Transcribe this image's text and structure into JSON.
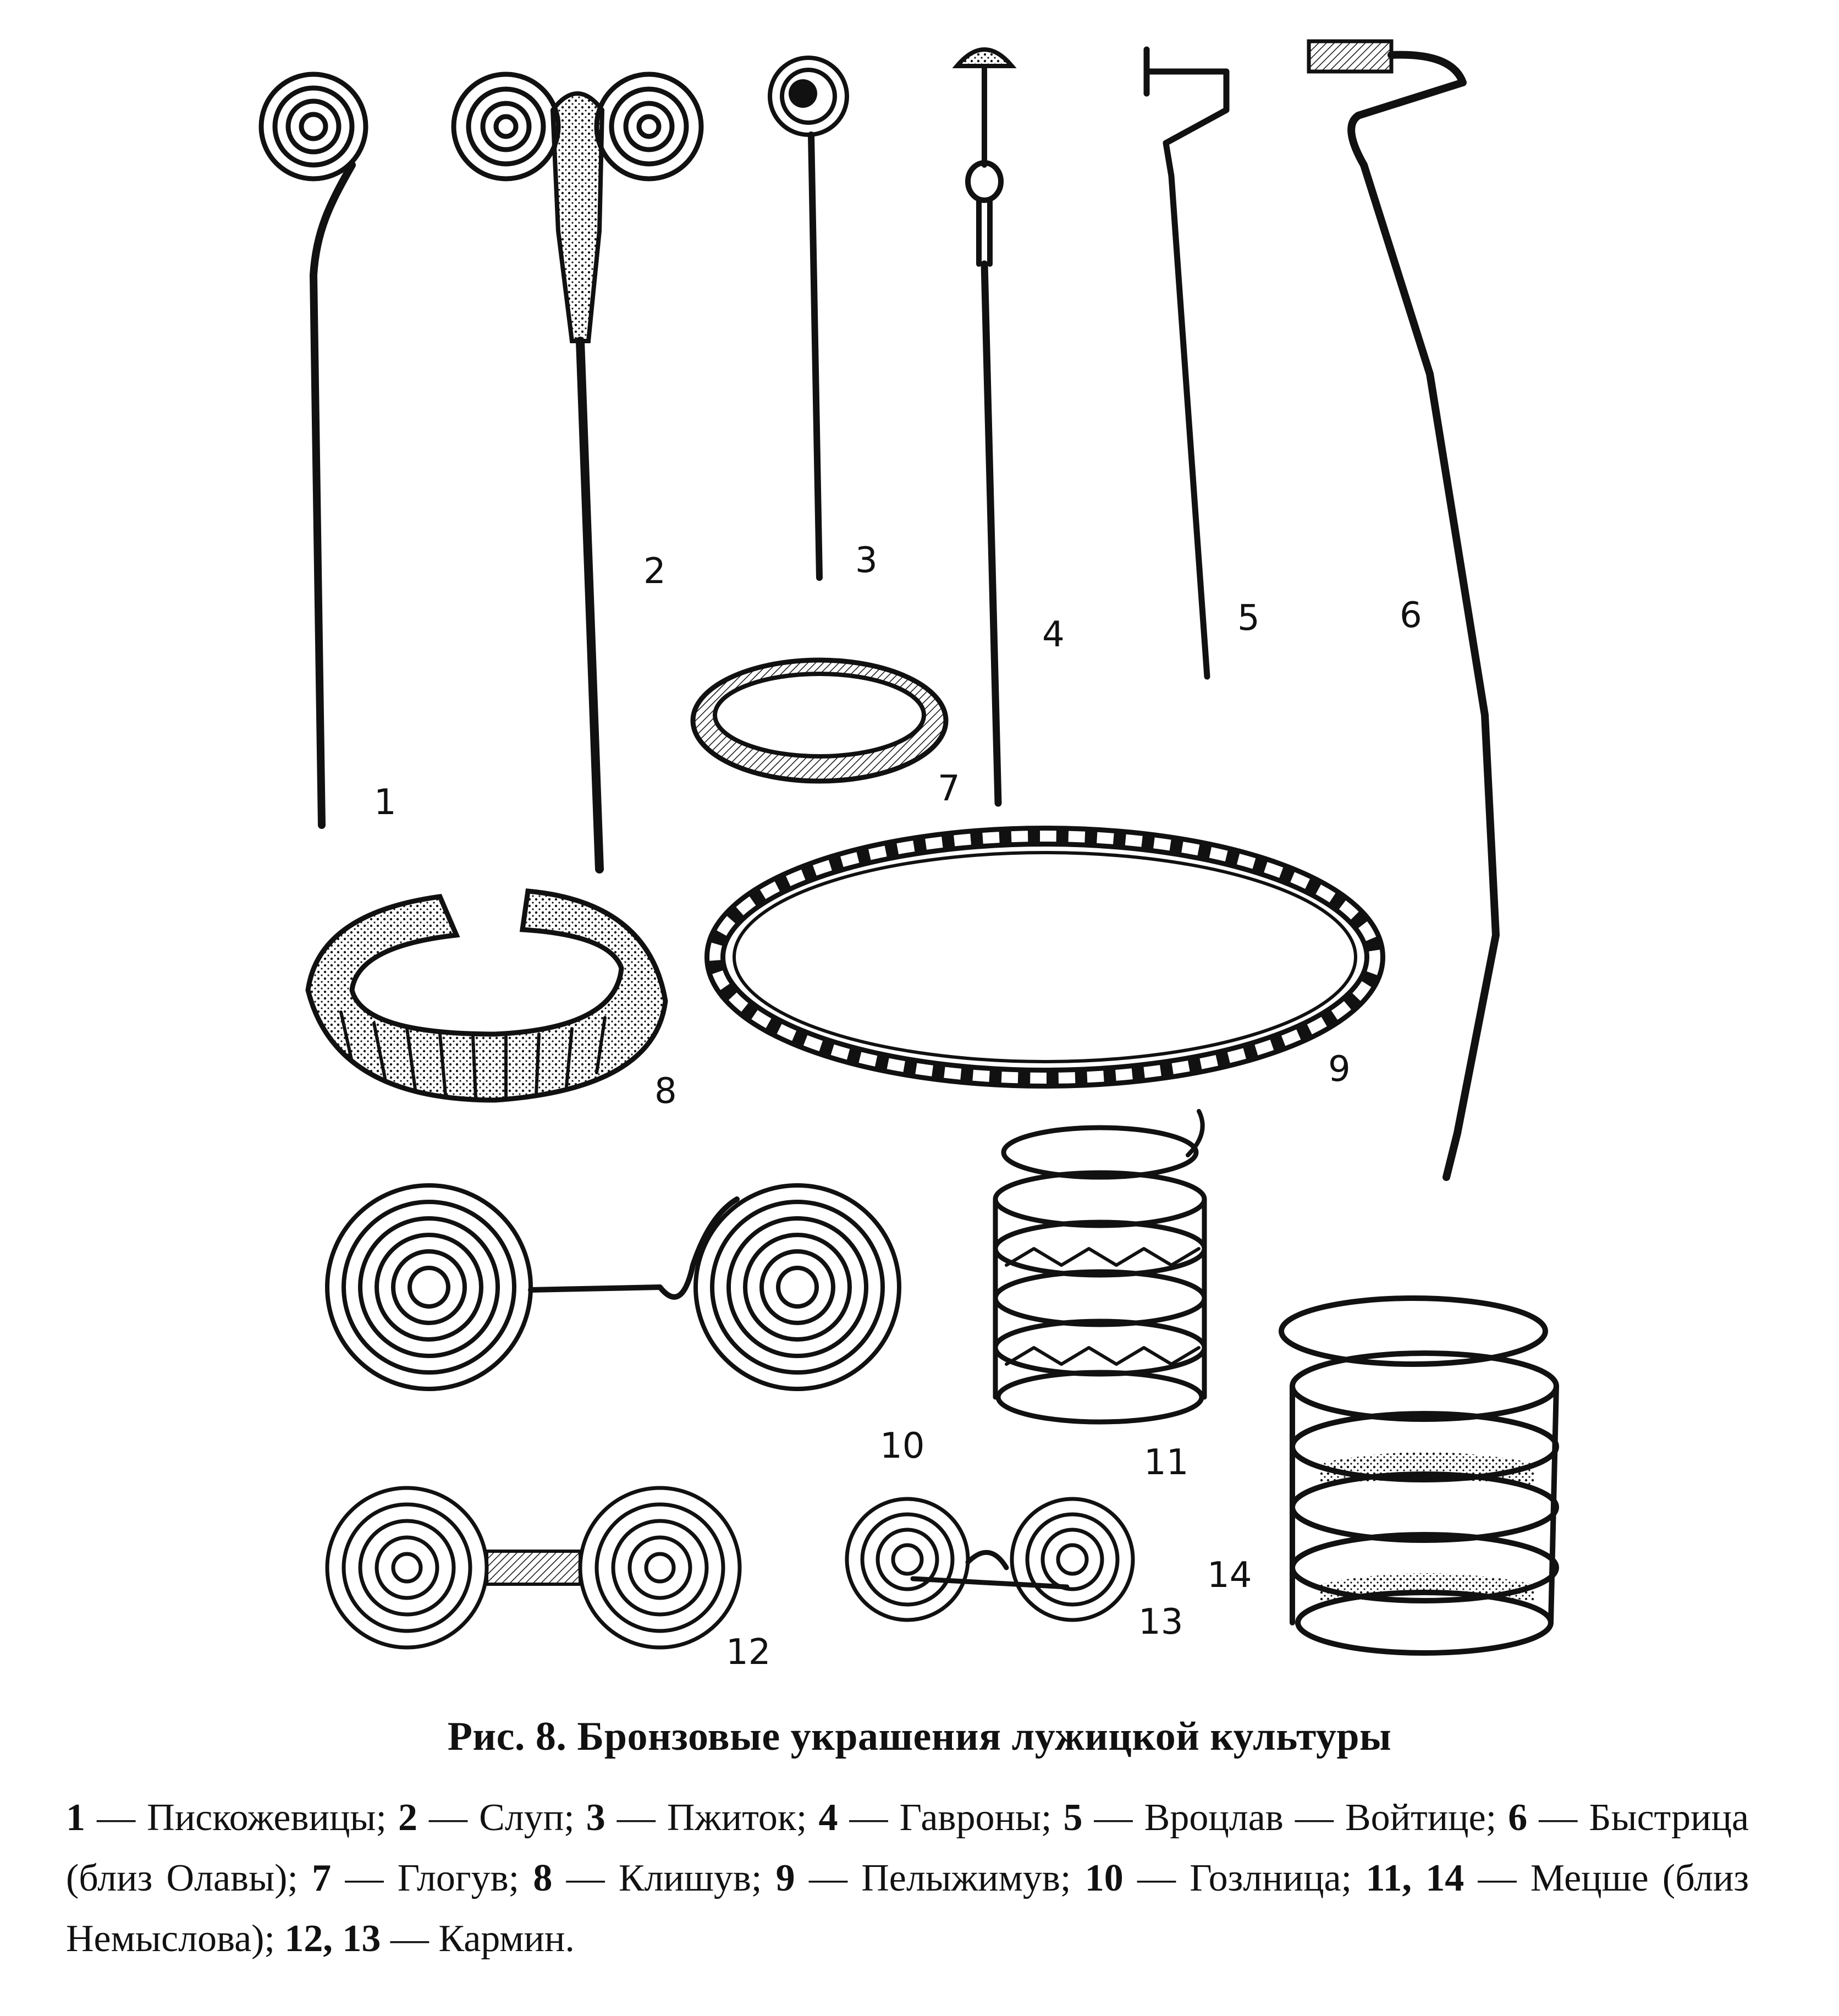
{
  "figure": {
    "labels": [
      "1",
      "2",
      "3",
      "4",
      "5",
      "6",
      "7",
      "8",
      "9",
      "10",
      "11",
      "12",
      "13",
      "14"
    ]
  },
  "caption": {
    "title": "Рис. 8. Бронзовые украшения лужицкой культуры",
    "entries": [
      {
        "num": "1",
        "text": "Пискожевицы;"
      },
      {
        "num": "2",
        "text": "Слуп;"
      },
      {
        "num": "3",
        "text": "Пжиток;"
      },
      {
        "num": "4",
        "text": "Гавроны;"
      },
      {
        "num": "5",
        "text": "Вроцлав — Войтице;"
      },
      {
        "num": "6",
        "text": "Быстрица (близ Олавы);"
      },
      {
        "num": "7",
        "text": "Глогув;"
      },
      {
        "num": "8",
        "text": "Клишув;"
      },
      {
        "num": "9",
        "text": "Пелыжимув;"
      },
      {
        "num": "10",
        "text": "Гозлница;"
      },
      {
        "num": "11, 14",
        "text": "Мецше (близ Немыслова);"
      },
      {
        "num": "12, 13",
        "text": "Кармин."
      }
    ]
  }
}
